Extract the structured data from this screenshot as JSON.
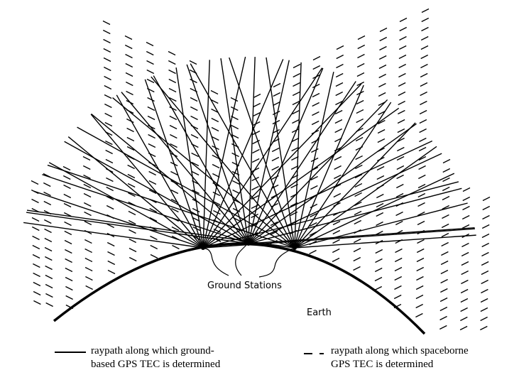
{
  "diagram": {
    "labels": {
      "ground_stations": "Ground Stations",
      "earth": "Earth"
    },
    "legend": [
      {
        "style": "solid",
        "line1": "raypath along which ground-",
        "line2": "based GPS TEC is determined"
      },
      {
        "style": "dashed",
        "line1": "raypath along which spaceborne",
        "line2": "GPS TEC is determined"
      }
    ],
    "station_count": 3,
    "colors": {
      "ink": "#000000",
      "background": "#ffffff"
    }
  }
}
